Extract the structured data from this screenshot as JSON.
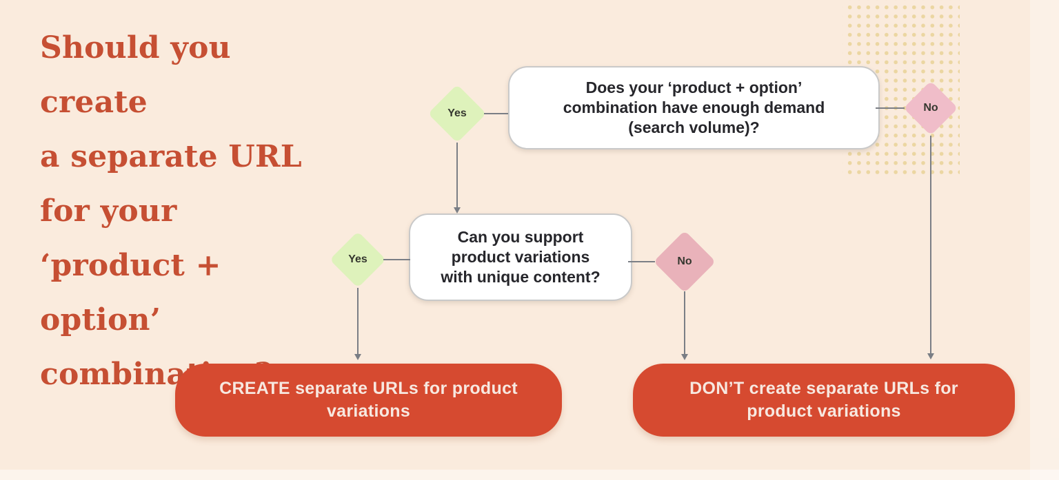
{
  "page": {
    "background_color": "#FAEBDD"
  },
  "title": {
    "color": "#C64F33",
    "lines": [
      "Should you create",
      "a separate URL",
      "for your",
      "‘product + option’",
      "combination?"
    ]
  },
  "flowchart": {
    "questions": [
      {
        "id": "demand",
        "lines": [
          "Does your ‘product + option’",
          "combination have enough demand",
          "(search volume)?"
        ]
      },
      {
        "id": "unique-content",
        "lines": [
          "Can you support",
          "product variations",
          "with unique content?"
        ]
      }
    ],
    "decisions": {
      "yes_label": "Yes",
      "no_label": "No"
    },
    "outcomes": [
      {
        "id": "create",
        "lines": [
          "CREATE separate URLs for product",
          "variations"
        ]
      },
      {
        "id": "dont-create",
        "lines": [
          "DON’T create separate URLs for",
          "product variations"
        ]
      }
    ],
    "colors": {
      "yes_diamond": "#DEF2BB",
      "no_diamond_top": "#F0BDC9",
      "no_diamond_middle": "#E9B2BA",
      "question_box": "#FFFFFF",
      "question_box_border": "#C9C9C9",
      "outcome_pill": "#D64A30",
      "connector": "#7A7E85",
      "dot_pattern": "#EBD6A1",
      "question_text": "#26262B",
      "decision_text": "#35372F",
      "outcome_text": "#F7E8E0"
    }
  }
}
